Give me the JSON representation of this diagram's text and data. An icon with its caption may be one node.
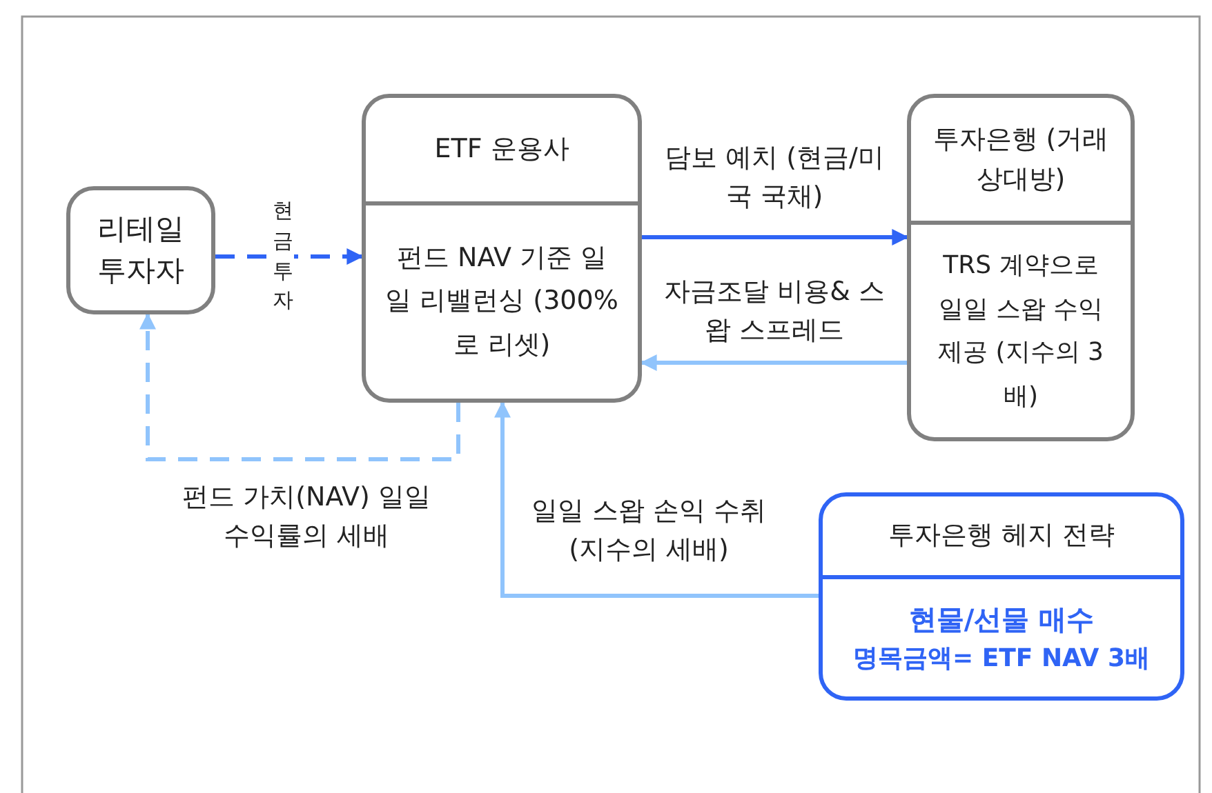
{
  "diagram": {
    "nodes": [
      {
        "text": [
          "리테일 투자자"
        ]
      },
      {
        "text": [
          "ETF 운용사",
          "펀드 NAV 기준 일일 리밸런싱 (300%로 리셋)"
        ]
      },
      {
        "text": [
          "투자은행 (거래상대방)",
          "TRS 계약으로 일일 스왑 수익 제공 (지수의 3배)"
        ]
      },
      {
        "text": [
          "투자은행 헤지 전략",
          "현물/선물 매수",
          "명목금액= ETF NAV 3배"
        ]
      }
    ],
    "edges": [
      {
        "from": 0,
        "to": 1,
        "arrow": "to",
        "label": "현금투자",
        "style": "dashed",
        "color": "#2f64f5"
      },
      {
        "from": 1,
        "to": 2,
        "arrow": "to",
        "label": "담보 예치 (현금/미국 국채)",
        "color": "#2f64f5"
      },
      {
        "from": 2,
        "to": 1,
        "arrow": "to",
        "label": "자금조달 비용& 스왑 스프레드",
        "color": "#90c4fc"
      },
      {
        "from": 1,
        "to": 0,
        "arrow": "to",
        "label": "펀드 가치(NAV) 일일 수익률의 세배",
        "style": "dashed",
        "color": "#90c4fc"
      },
      {
        "from": 3,
        "to": 1,
        "arrow": "to",
        "label": "일일 스왑 손익 수취 (지수의 세배)",
        "color": "#90c4fc"
      }
    ]
  }
}
